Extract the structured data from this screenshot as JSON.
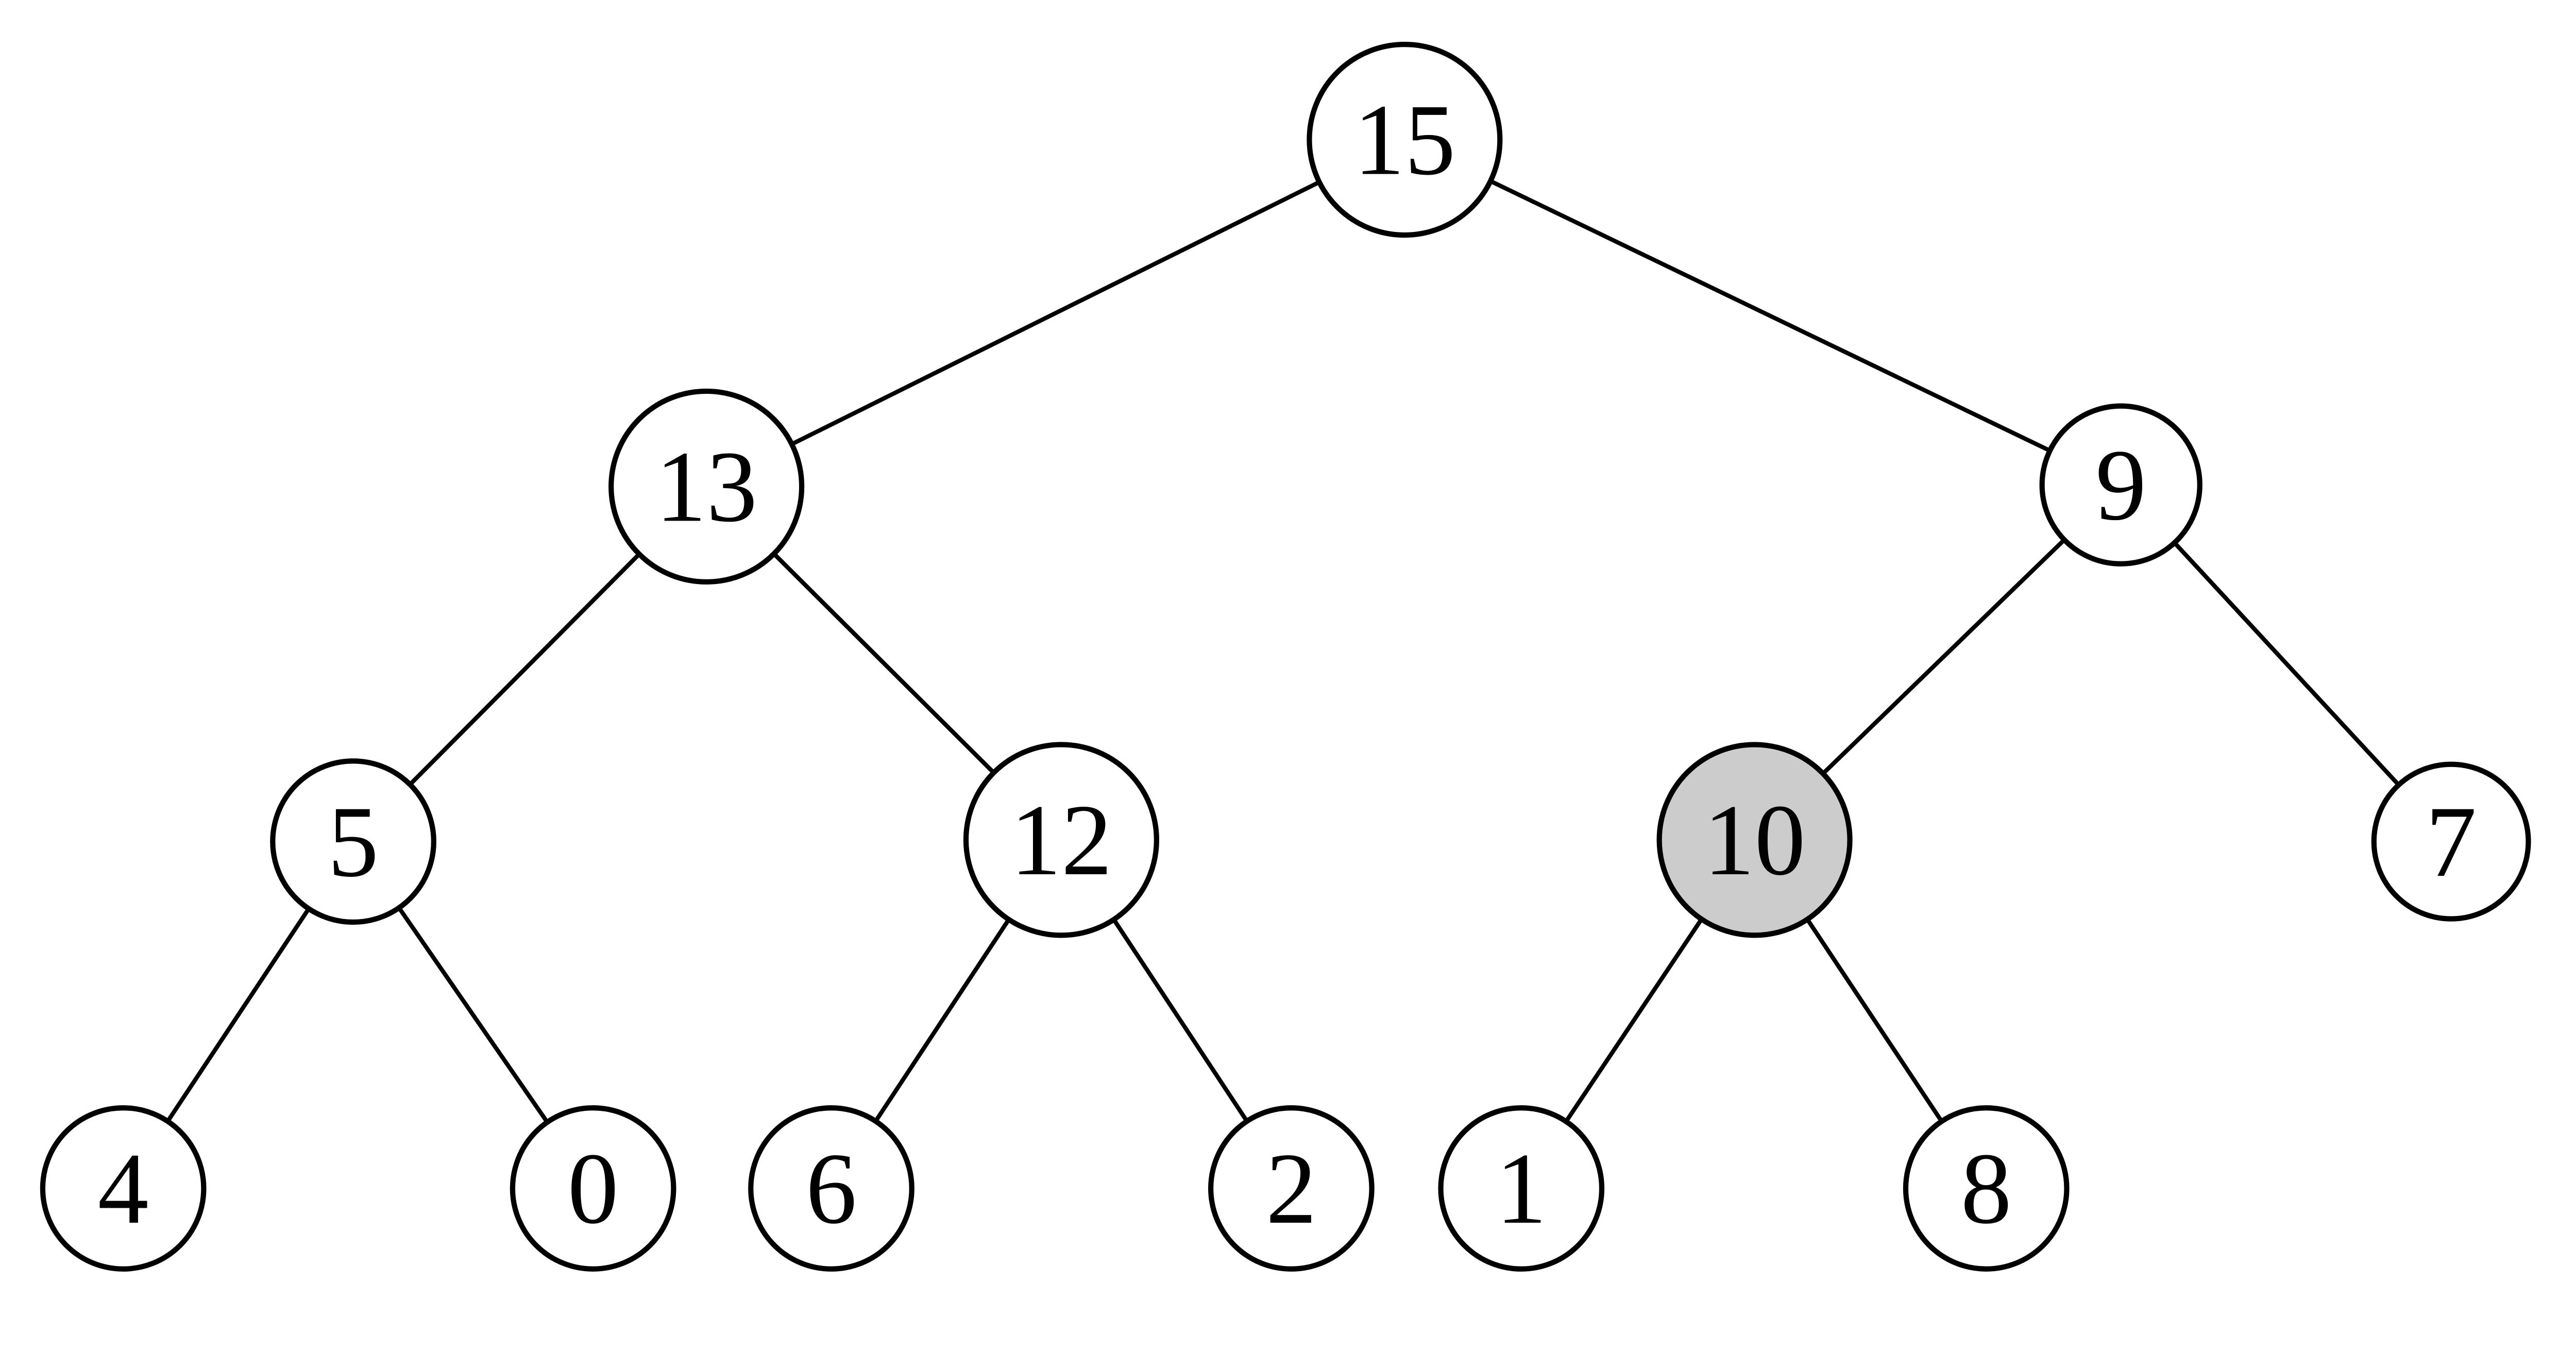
{
  "diagram": {
    "type": "binary-tree",
    "background_color": "#ffffff",
    "edge_color": "#000000",
    "node_stroke_color": "#000000",
    "node_fill": "#ffffff",
    "highlight_fill": "#cccccc",
    "label_color": "#000000",
    "nodes": [
      {
        "id": "15",
        "label": "15",
        "level": 0,
        "highlighted": false
      },
      {
        "id": "13",
        "label": "13",
        "level": 1,
        "highlighted": false
      },
      {
        "id": "9",
        "label": "9",
        "level": 1,
        "highlighted": false
      },
      {
        "id": "5",
        "label": "5",
        "level": 2,
        "highlighted": false
      },
      {
        "id": "12",
        "label": "12",
        "level": 2,
        "highlighted": false
      },
      {
        "id": "10",
        "label": "10",
        "level": 2,
        "highlighted": true
      },
      {
        "id": "7",
        "label": "7",
        "level": 2,
        "highlighted": false
      },
      {
        "id": "4",
        "label": "4",
        "level": 3,
        "highlighted": false
      },
      {
        "id": "0",
        "label": "0",
        "level": 3,
        "highlighted": false
      },
      {
        "id": "6",
        "label": "6",
        "level": 3,
        "highlighted": false
      },
      {
        "id": "2",
        "label": "2",
        "level": 3,
        "highlighted": false
      },
      {
        "id": "1",
        "label": "1",
        "level": 3,
        "highlighted": false
      },
      {
        "id": "8",
        "label": "8",
        "level": 3,
        "highlighted": false
      }
    ],
    "edges": [
      [
        "15",
        "13"
      ],
      [
        "15",
        "9"
      ],
      [
        "13",
        "5"
      ],
      [
        "13",
        "12"
      ],
      [
        "9",
        "10"
      ],
      [
        "9",
        "7"
      ],
      [
        "5",
        "4"
      ],
      [
        "5",
        "0"
      ],
      [
        "12",
        "6"
      ],
      [
        "12",
        "2"
      ],
      [
        "10",
        "1"
      ],
      [
        "10",
        "8"
      ]
    ]
  }
}
